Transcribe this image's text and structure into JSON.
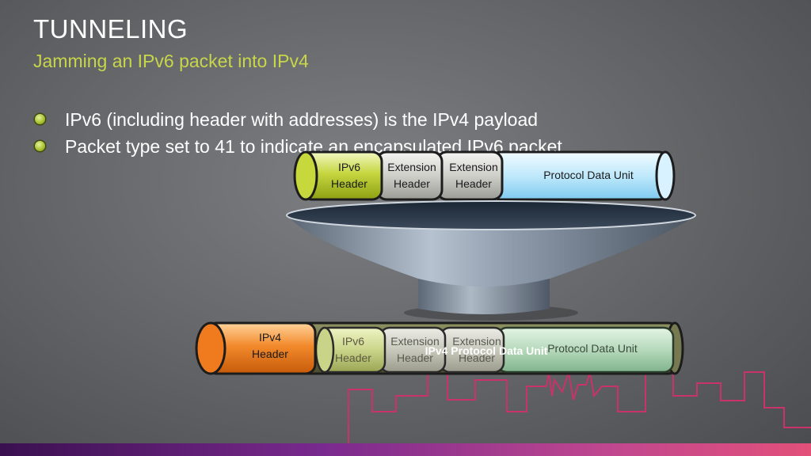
{
  "slide": {
    "title": "TUNNELING",
    "subtitle": "Jamming an IPv6 packet into IPv4",
    "bullets": [
      "IPv6 (including header with addresses) is the IPv4 payload",
      "Packet type set to 41 to indicate an encapsulated IPv6 packet"
    ]
  },
  "ipv6_packet": {
    "ipv6_header": [
      "IPv6",
      "Header"
    ],
    "ext_header_1": [
      "Extension",
      "Header"
    ],
    "ext_header_2": [
      "Extension",
      "Header"
    ],
    "pdu": "Protocol Data Unit"
  },
  "ipv4_packet": {
    "ipv4_header": [
      "IPv4",
      "Header"
    ],
    "payload_label": "IPv4 Protocol Data Unit",
    "ipv6_header": [
      "IPv6",
      "Header"
    ],
    "ext_header_1": [
      "Extension",
      "Header"
    ],
    "ext_header_2": [
      "Extension",
      "Header"
    ],
    "pdu": "Protocol Data Unit"
  },
  "colors": {
    "accent_green": "#c8d64a",
    "ipv6_green": "#b7cb2c",
    "pdu_blue": "#aee6ff",
    "ipv4_orange": "#f07a1e",
    "skyline_pink": "#d6336c"
  }
}
